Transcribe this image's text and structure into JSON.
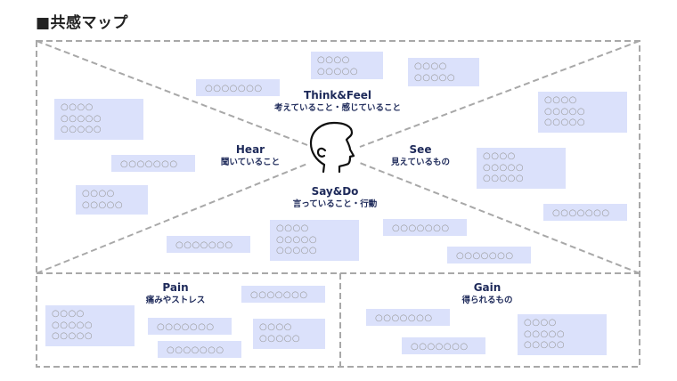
{
  "title": "■共感マップ",
  "sections": {
    "think_feel": {
      "en": "Think&Feel",
      "jp": "考えていること・感じていること"
    },
    "hear": {
      "en": "Hear",
      "jp": "聞いていること"
    },
    "see": {
      "en": "See",
      "jp": "見えているもの"
    },
    "say_do": {
      "en": "Say&Do",
      "jp": "言っていること・行動"
    },
    "pain": {
      "en": "Pain",
      "jp": "痛みやストレス"
    },
    "gain": {
      "en": "Gain",
      "jp": "得られるもの"
    }
  },
  "notes": {
    "n1": "○○○○\n○○○○○",
    "n2": "○○○○\n○○○○○",
    "n3": "○○○○○○○",
    "n4": "○○○○\n○○○○○\n○○○○○",
    "n5": "○○○○\n○○○○○\n○○○○○",
    "n6": "○○○○○○○",
    "n7": "○○○○\n○○○○○\n○○○○○",
    "n8": "○○○○\n○○○○○",
    "n9": "○○○○○○○",
    "n10": "○○○○○○○",
    "n11": "○○○○\n○○○○○\n○○○○○",
    "n12": "○○○○○○○",
    "n13": "○○○○○○○",
    "n14": "○○○○○○○",
    "n15": "○○○○\n○○○○○\n○○○○○",
    "n16": "○○○○○○○",
    "n17": "○○○○\n○○○○○",
    "n18": "○○○○○○○",
    "n19": "○○○○○○○",
    "n20": "○○○○○○○",
    "n21": "○○○○\n○○○○○\n○○○○○"
  },
  "icons": {
    "center": "person-head-profile"
  },
  "colors": {
    "note_bg": "#dbe1fb",
    "label": "#1e2a5a",
    "frame": "#a8a8a8"
  }
}
